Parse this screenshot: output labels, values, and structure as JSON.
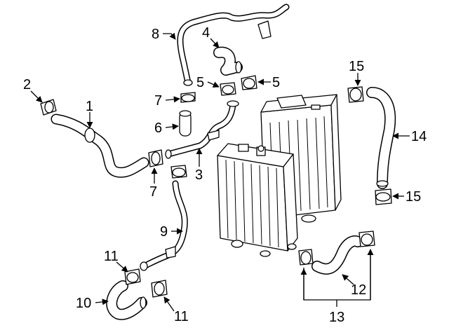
{
  "diagram": {
    "callouts": {
      "c1": "1",
      "c2": "2",
      "c3": "3",
      "c4": "4",
      "c5a": "5",
      "c5b": "5",
      "c6": "6",
      "c7a": "7",
      "c7b": "7",
      "c8": "8",
      "c9": "9",
      "c10": "10",
      "c11a": "11",
      "c11b": "11",
      "c12": "12",
      "c13": "13",
      "c14": "14",
      "c15a": "15",
      "c15b": "15"
    }
  }
}
